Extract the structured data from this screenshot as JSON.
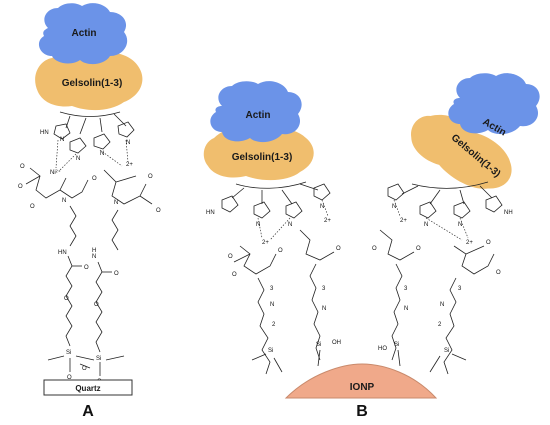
{
  "panels": {
    "a": {
      "label": "A",
      "actin": "Actin",
      "gelsolin": "Gelsolin(1-3)",
      "substrate": "Quartz",
      "metal_ions": [
        "Ni²⁺",
        "2+"
      ],
      "atoms": {
        "N": "N",
        "O": "O",
        "HN": "HN",
        "Si": "Si",
        "H": "H"
      }
    },
    "b": {
      "label": "B",
      "actin_left": "Actin",
      "gelsolin_left": "Gelsolin(1-3)",
      "actin_right": "Actin",
      "gelsolin_right": "Gelsolin(1-3)",
      "nanoparticle": "IONP",
      "atoms": {
        "N": "N",
        "O": "O",
        "HN": "HN",
        "NH": "NH",
        "Si": "Si",
        "HO": "HO",
        "OH": "OH",
        "H": "H"
      },
      "metal_ion": "2+",
      "chain_repeat": "3",
      "chain_repeat_2": "2"
    }
  },
  "colors": {
    "actin": "#6b93e8",
    "gelsolin": "#f0be6e",
    "ionp": "#f0a98a",
    "quartz_border": "#333333"
  }
}
